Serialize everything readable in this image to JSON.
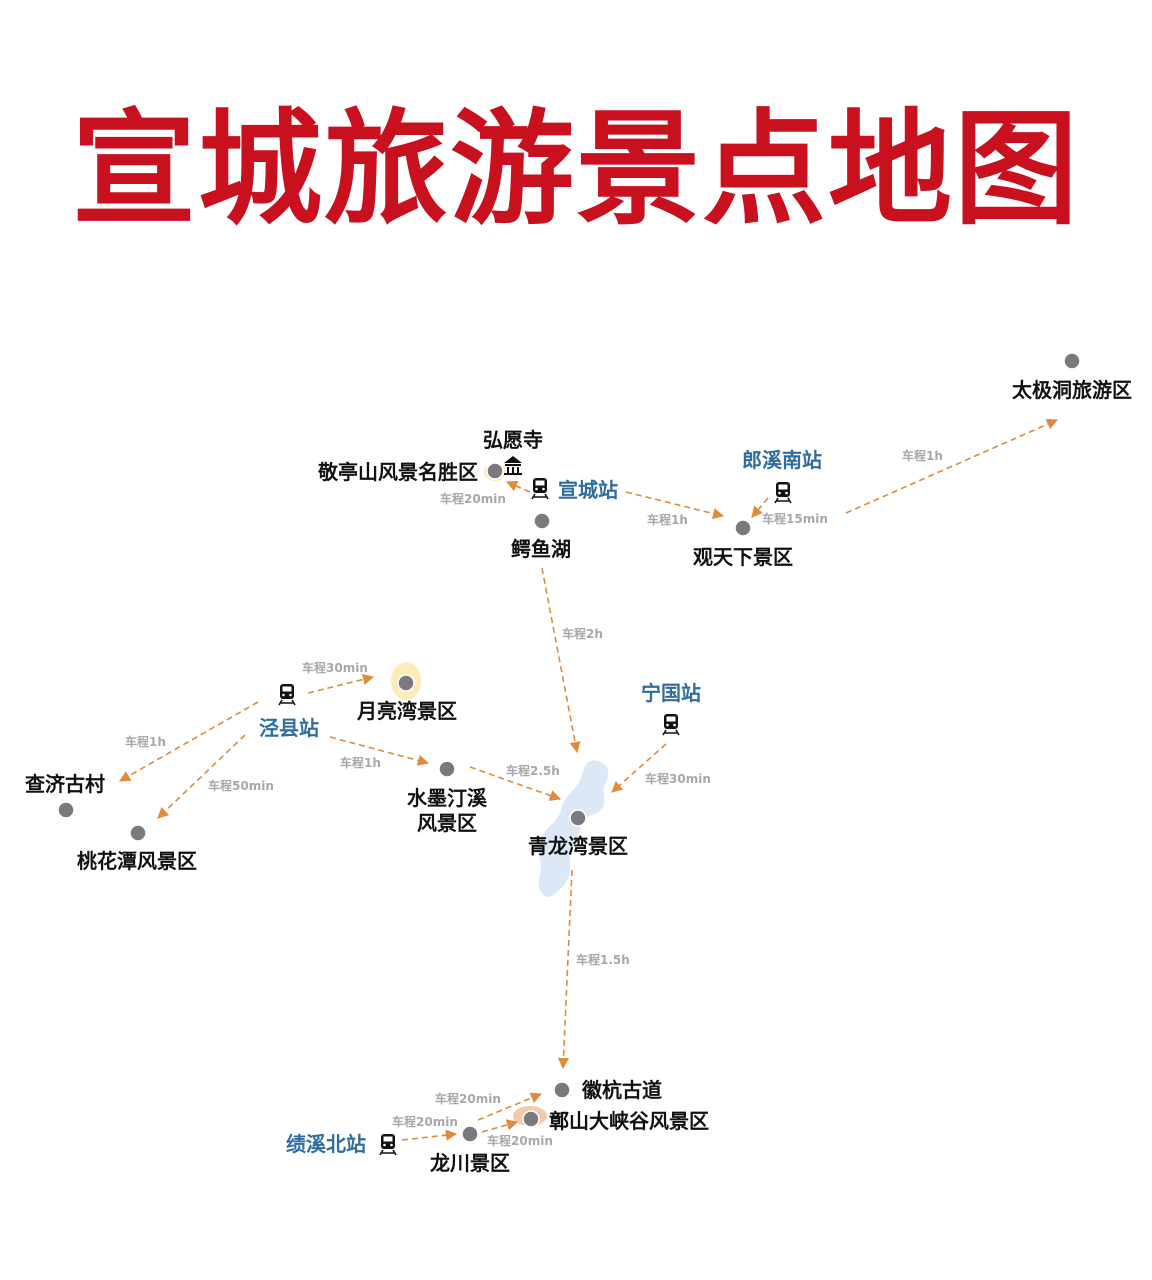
{
  "title": "宣城旅游景点地图",
  "colors": {
    "title": "#c8101e",
    "station": "#2f6da1",
    "route": "#e08a3c",
    "spot": "#7a7a7e",
    "water": "#dce8f5"
  },
  "spots": {
    "taiji": "太极洞旅游区",
    "hongyuan": "弘愿寺",
    "jingting": "敬亭山风景名胜区",
    "eyu": "鳄鱼湖",
    "guantianxia": "观天下景区",
    "yueliangwan": "月亮湾景区",
    "chaji": "查济古村",
    "taohuatan": "桃花潭风景区",
    "shuimo_1": "水墨汀溪",
    "shuimo_2": "风景区",
    "qinglongwan": "青龙湾景区",
    "huihang": "徽杭古道",
    "zhangshan": "鄣山大峡谷风景区",
    "longchuan": "龙川景区"
  },
  "stations": {
    "xuancheng": "宣城站",
    "langxinan": "郎溪南站",
    "jingxian": "泾县站",
    "ningguo": "宁国站",
    "jixibei": "绩溪北站"
  },
  "routes": {
    "taiji": "车程1h",
    "jingting": "车程20min",
    "guantianxia": "车程1h",
    "langxi": "车程15min",
    "eyu_qinglong": "车程2h",
    "yueliang": "车程30min",
    "chaji": "车程1h",
    "taohuatan": "车程50min",
    "shuimo": "车程1h",
    "shuimo_qinglong": "车程2.5h",
    "ningguo": "车程30min",
    "qinglong_huihang": "车程1.5h",
    "huihang": "车程20min",
    "jixi_longchuan": "车程20min",
    "zhangshan": "车程20min"
  },
  "icons": {
    "station": "train-icon",
    "temple": "temple-icon",
    "spot": "location-dot"
  }
}
